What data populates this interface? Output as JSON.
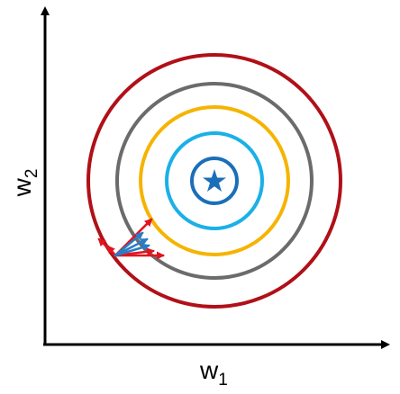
{
  "axes": {
    "x_label": "w",
    "x_subscript": "1",
    "y_label": "w",
    "y_subscript": "2"
  },
  "contours": {
    "ring_colors": [
      "#b01018",
      "#6b6b6b",
      "#f5b400",
      "#1ab0e8",
      "#1a6fb8"
    ]
  },
  "optimum": {
    "icon": "star-icon",
    "color": "#1a6fb8"
  },
  "gradient_vectors": {
    "icon": "arrow-icon",
    "red_color": "#e0141e",
    "blue_color": "#2a7cc4",
    "red_count": 5,
    "blue_count": 3
  }
}
